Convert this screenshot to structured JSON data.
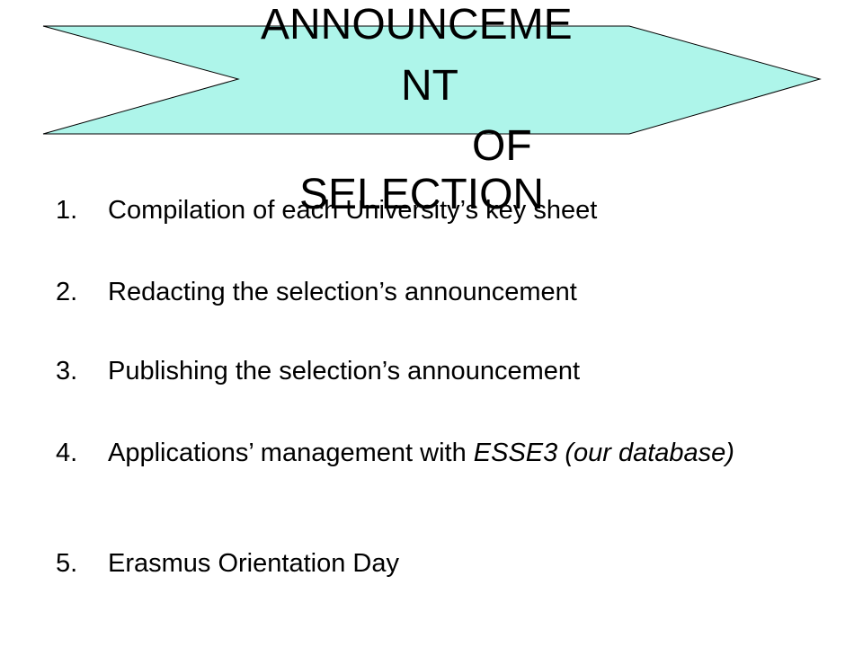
{
  "colors": {
    "banner_fill": "#aef5ea",
    "banner_stroke": "#000000",
    "text": "#000000",
    "background": "#ffffff"
  },
  "title": {
    "lines": [
      "ANNOUNCEME",
      "NT",
      "OF",
      "SELECTION"
    ]
  },
  "list": {
    "items": [
      {
        "number": "1.",
        "text": "Compilation of each University’s key sheet"
      },
      {
        "number": "2.",
        "text": "Redacting the selection’s announcement"
      },
      {
        "number": "3.",
        "text": "Publishing the selection’s announcement"
      },
      {
        "number": "4.",
        "text_before": "Applications’ management with ",
        "text_italic": "ESSE3 (our database)"
      },
      {
        "number": "5.",
        "text": "Erasmus Orientation Day"
      }
    ]
  }
}
